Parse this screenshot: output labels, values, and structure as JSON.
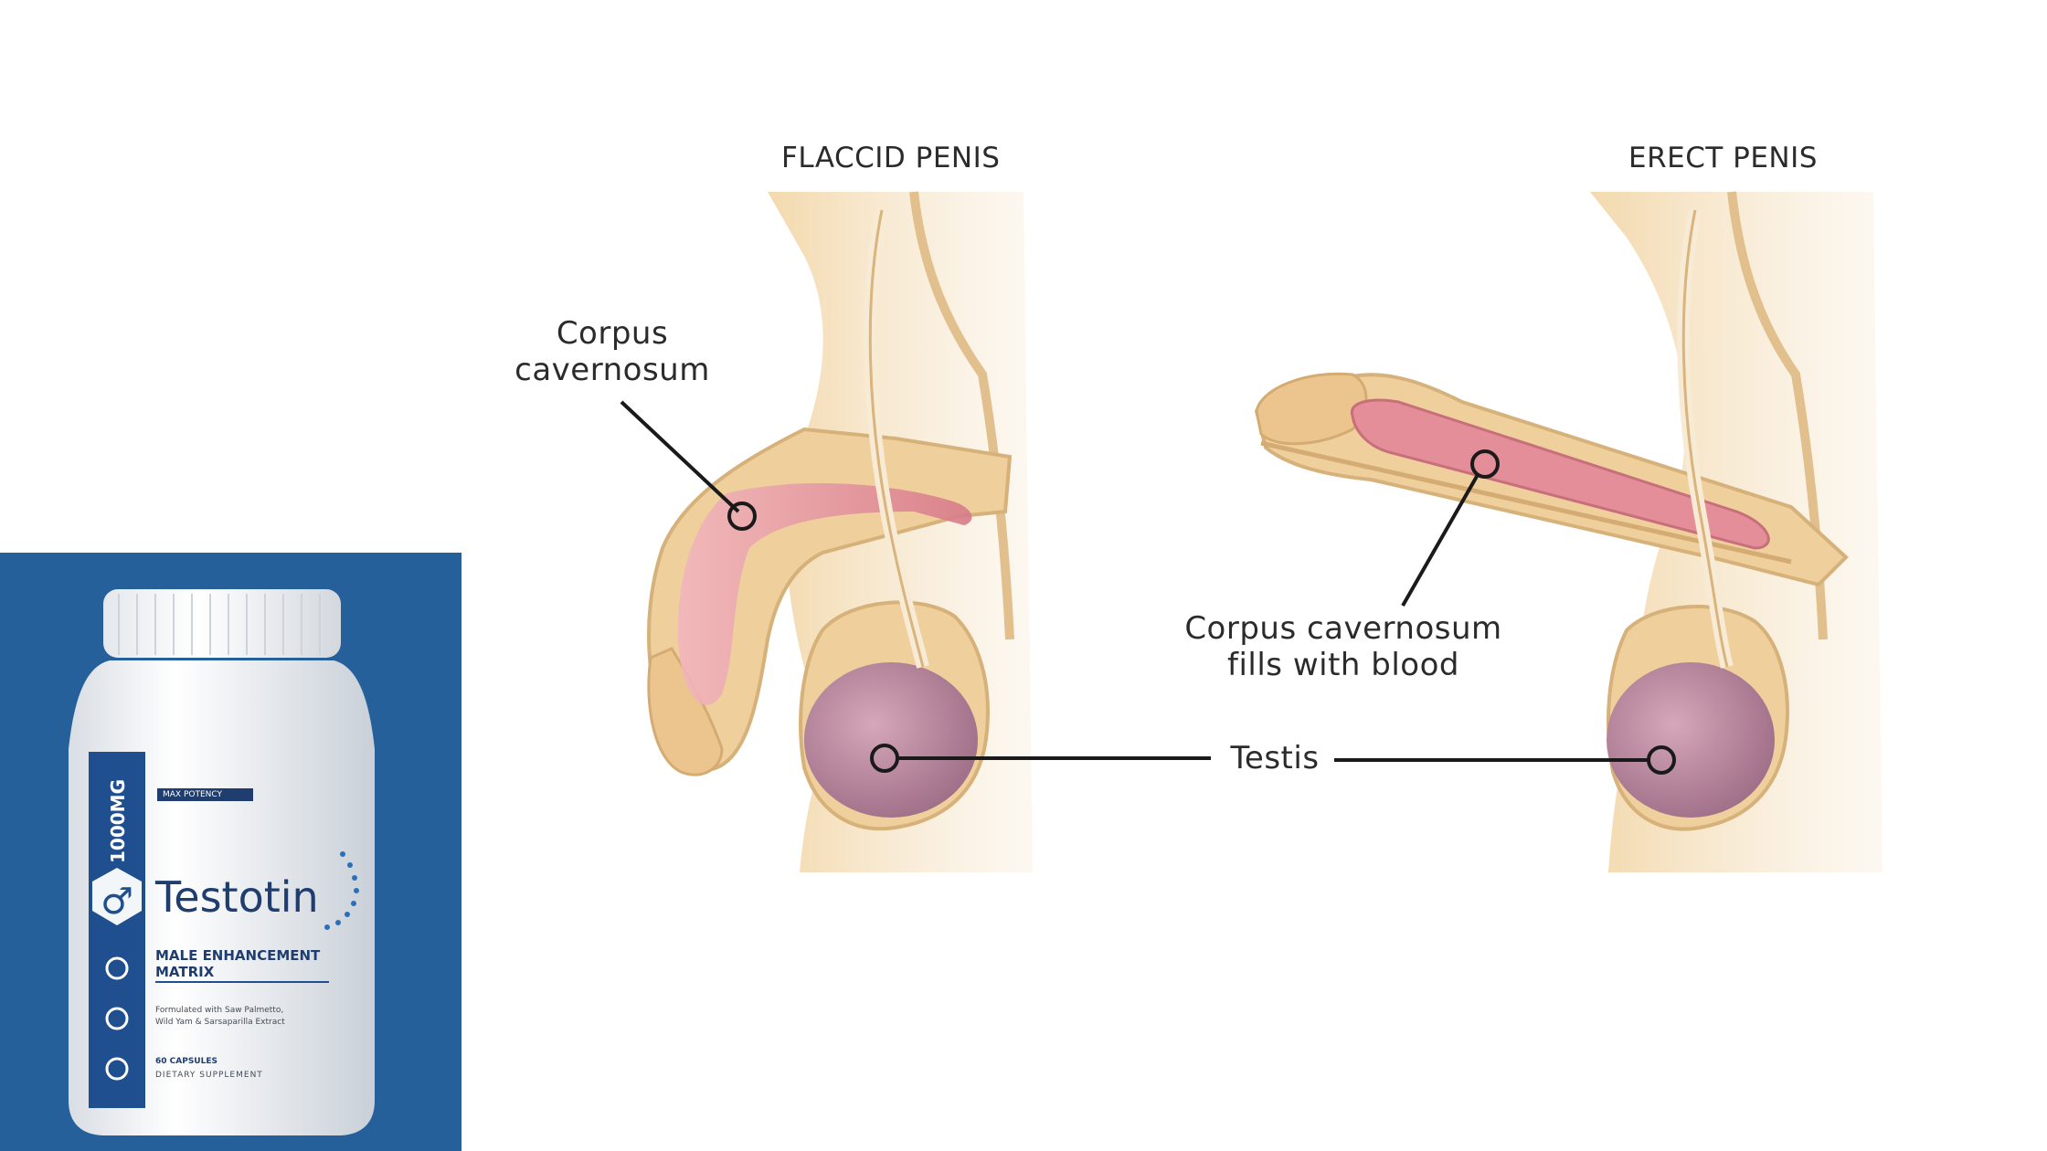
{
  "diagram": {
    "flaccid_title": "FLACCID PENIS",
    "erect_title": "ERECT PENIS",
    "corpus_label_line1": "Corpus",
    "corpus_label_line2": "cavernosum",
    "fills_label_line1": "Corpus cavernosum",
    "fills_label_line2": "fills with blood",
    "testis_label": "Testis"
  },
  "product": {
    "dose": "1000MG",
    "brand_strip": "MAX POTENCY",
    "name": "Testotin",
    "subtitle_line1": "MALE ENHANCEMENT",
    "subtitle_line2": "MATRIX",
    "desc_line1": "Formulated with Saw Palmetto,",
    "desc_line2": "Wild Yam & Sarsaparilla Extract",
    "count": "60 CAPSULES",
    "type": "DIETARY SUPPLEMENT"
  },
  "colors": {
    "skin": "#f0d3a4",
    "skin_shadow": "#d9b47c",
    "cavernosum": "#eaa0a8",
    "testis": "#b9809a",
    "panel": "#25609a",
    "bottle_blue": "#1f4f8f"
  }
}
